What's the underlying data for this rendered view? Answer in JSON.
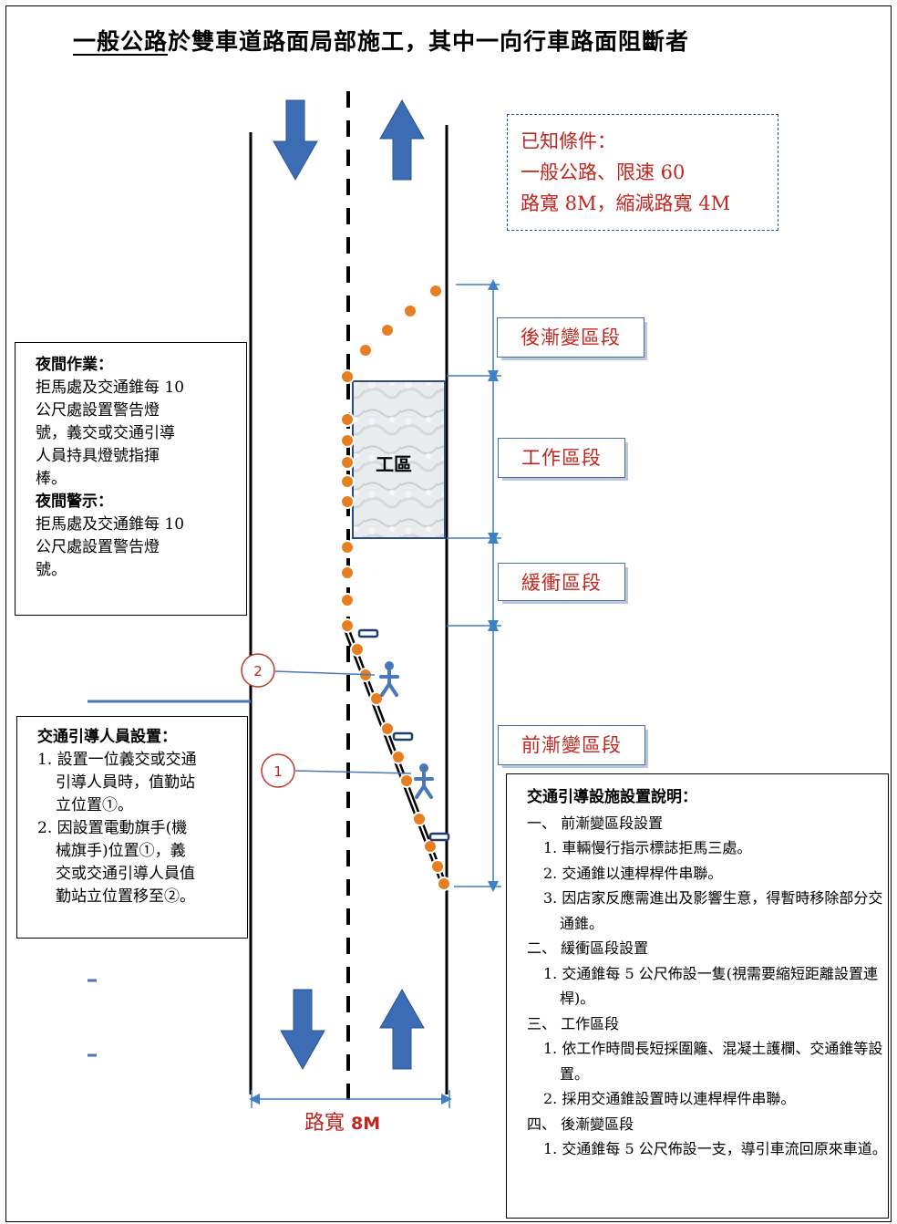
{
  "title": {
    "underlined": "一般公路",
    "rest": "於雙車道路面局部施工，其中一向行車路面阻斷者"
  },
  "known_conditions": {
    "heading": "已知條件：",
    "line1": "一般公路、限速 60",
    "line2": "路寬 8M，縮減路寬 4M"
  },
  "zones": {
    "post_taper": "後漸變區段",
    "work": "工作區段",
    "buffer": "緩衝區段",
    "pre_taper": "前漸變區段"
  },
  "work_area_label": "工區",
  "road_width_label": {
    "text": "路寬",
    "value": "8M"
  },
  "markers": {
    "position1": "1",
    "position2": "2"
  },
  "night_box": {
    "heading1": "夜間作業：",
    "text1_lines": [
      "拒馬處及交通錐每 10",
      "公尺處設置警告燈",
      "號，義交或交通引導",
      "人員持具燈號指揮",
      "棒。"
    ],
    "heading2": "夜間警示：",
    "text2_lines": [
      "拒馬處及交通錐每 10",
      "公尺處設置警告燈",
      "號。"
    ]
  },
  "guide_box": {
    "heading": "交通引導人員設置：",
    "items": [
      [
        "1. 設置一位義交或交通",
        "引導人員時，值勤站",
        "立位置①。"
      ],
      [
        "2. 因設置電動旗手(機",
        "械旗手)位置①，義",
        "交或交通引導人員值",
        "勤站立位置移至②。"
      ]
    ]
  },
  "facility_box": {
    "heading": "交通引導設施設置說明：",
    "lines": [
      {
        "t": "一、 前漸變區段設置",
        "k": "sec"
      },
      {
        "t": "1. 車輛慢行指示標誌拒馬三處。",
        "k": "item"
      },
      {
        "t": "2. 交通錐以連桿桿件串聯。",
        "k": "item"
      },
      {
        "t": "3. 因店家反應需進出及影響生意，得暫時移除部分交通錐。",
        "k": "item"
      },
      {
        "t": "二、 緩衝區段設置",
        "k": "sec"
      },
      {
        "t": "1. 交通錐每 5 公尺佈設一隻(視需要縮短距離設置連桿)。",
        "k": "item"
      },
      {
        "t": "三、 工作區段",
        "k": "sec"
      },
      {
        "t": "1. 依工作時間長短採圍籬、混凝土護欄、交通錐等設置。",
        "k": "item"
      },
      {
        "t": "2. 採用交通錐設置時以連桿桿件串聯。",
        "k": "item"
      },
      {
        "t": "四、 後漸變區段",
        "k": "sec"
      },
      {
        "t": "1. 交通錐每 5 公尺佈設一支，導引車流回原來車道。",
        "k": "item"
      }
    ]
  },
  "colors": {
    "arrow": "#3b6cb4",
    "cone": "#e67e22",
    "text_red": "#c0261f",
    "dim_line": "#3f7fc6"
  }
}
